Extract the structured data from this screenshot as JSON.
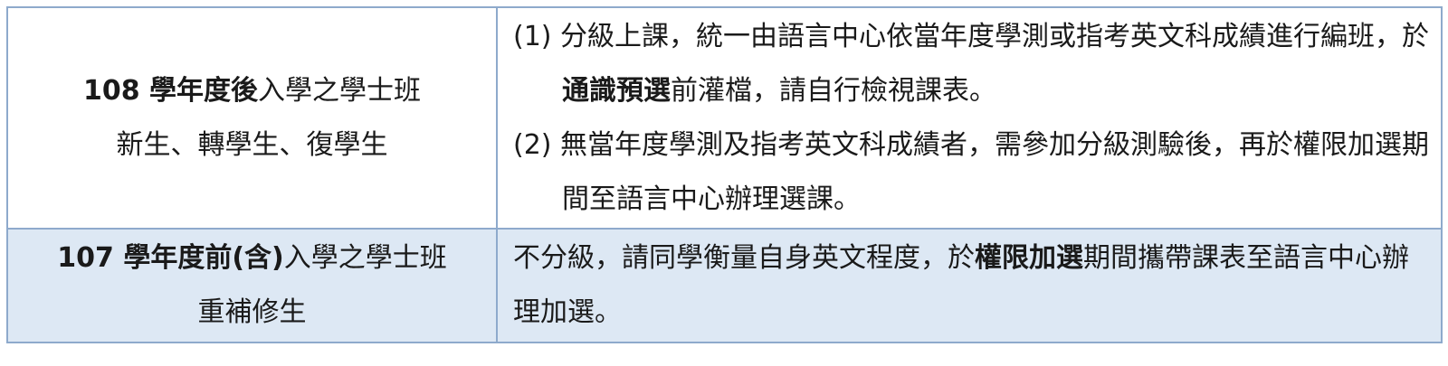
{
  "rows": [
    {
      "left": {
        "line1_bold": "108 學年度後",
        "line1_rest": "入學之學士班",
        "line2": "新生、轉學生、復學生"
      },
      "right": {
        "item1": {
          "num": "(1)",
          "text_a": "分級上課，統一由語言中心依當年度學測或指考英文科成績進行編班，於",
          "bold": "通識預選",
          "text_b": "前灌檔，請自行檢視課表。"
        },
        "item2": {
          "num": "(2)",
          "text": "無當年度學測及指考英文科成績者，需參加分級測驗後，再於權限加選期間至語言中心辦理選課。"
        }
      }
    },
    {
      "left": {
        "line1_bold": "107 學年度前(含)",
        "line1_rest": "入學之學士班",
        "line2": "重補修生"
      },
      "right": {
        "text_a": "不分級，請同學衡量自身英文程度，於",
        "bold": "權限加選",
        "text_b": "期間攜帶課表至語言中心辦理加選。"
      }
    }
  ],
  "colors": {
    "border": "#8eaacc",
    "row2_background": "#dde8f4"
  }
}
